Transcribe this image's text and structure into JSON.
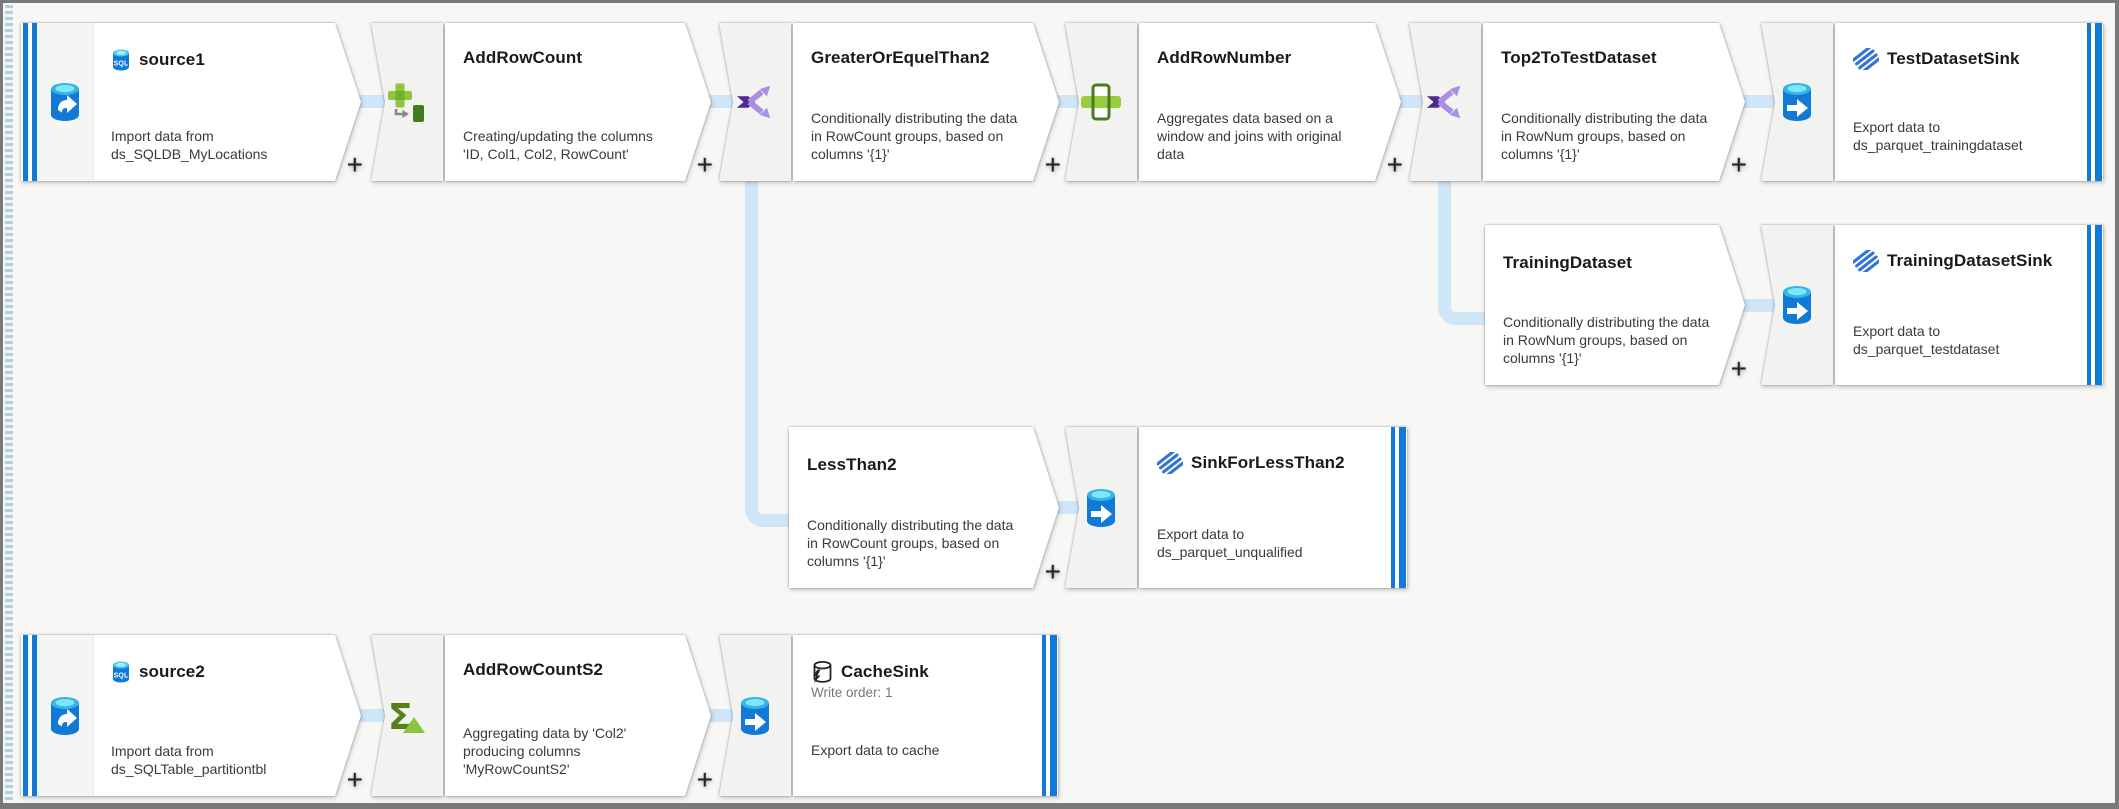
{
  "ui": {
    "add_stream_label": "+"
  },
  "colors": {
    "accent_blue": "#1179d6",
    "connector_blue": "#cfe5f8",
    "icon_green": "#8fc63f",
    "icon_dark_green": "#467a1f",
    "icon_purple": "#50268f",
    "icon_light_purple": "#a98ee3",
    "canvas_bg": "#f7f7f6"
  },
  "nodes": [
    {
      "id": "source1",
      "type": "source",
      "title": "source1",
      "title_badge": "sql-database-icon",
      "icon": "source-database-icon",
      "desc": "Import data from ds_SQLDB_MyLocations"
    },
    {
      "id": "AddRowCount",
      "type": "derived-column",
      "title": "AddRowCount",
      "icon": "derived-column-icon",
      "desc": "Creating/updating the columns 'ID, Col1, Col2, RowCount'"
    },
    {
      "id": "GreaterOrEquelThan2",
      "type": "conditional-split",
      "title": "GreaterOrEquelThan2",
      "icon": "conditional-split-icon",
      "desc": "Conditionally distributing the data in RowCount groups, based on columns '{1}'"
    },
    {
      "id": "AddRowNumber",
      "type": "window",
      "title": "AddRowNumber",
      "icon": "window-icon",
      "desc": "Aggregates data based on a window and joins with original data"
    },
    {
      "id": "Top2ToTestDataset",
      "type": "conditional-split",
      "title": "Top2ToTestDataset",
      "icon": "conditional-split-icon",
      "desc": "Conditionally distributing the data in RowNum groups, based on columns '{1}'"
    },
    {
      "id": "TestDatasetSink",
      "type": "sink",
      "title": "TestDatasetSink",
      "title_badge": "parquet-dataset-icon",
      "icon": "sink-database-icon",
      "desc": "Export data to ds_parquet_trainingdataset"
    },
    {
      "id": "TrainingDataset",
      "type": "split-stream",
      "title": "TrainingDataset",
      "desc": "Conditionally distributing the data in RowNum groups, based on columns '{1}'"
    },
    {
      "id": "TrainingDatasetSink",
      "type": "sink",
      "title": "TrainingDatasetSink",
      "title_badge": "parquet-dataset-icon",
      "icon": "sink-database-icon",
      "desc": "Export data to ds_parquet_testdataset"
    },
    {
      "id": "LessThan2",
      "type": "split-stream",
      "title": "LessThan2",
      "desc": "Conditionally distributing the data in RowCount groups, based on columns '{1}'"
    },
    {
      "id": "SinkForLessThan2",
      "type": "sink",
      "title": "SinkForLessThan2",
      "title_badge": "parquet-dataset-icon",
      "icon": "sink-database-icon",
      "desc": "Export data to ds_parquet_unqualified"
    },
    {
      "id": "source2",
      "type": "source",
      "title": "source2",
      "title_badge": "sql-database-icon",
      "icon": "source-database-icon",
      "desc": "Import data from ds_SQLTable_partitiontbl"
    },
    {
      "id": "AddRowCountS2",
      "type": "aggregate",
      "title": "AddRowCountS2",
      "icon": "aggregate-icon",
      "desc": "Aggregating data by 'Col2' producing columns 'MyRowCountS2'"
    },
    {
      "id": "CacheSink",
      "type": "cache-sink",
      "title": "CacheSink",
      "title_badge": "cache-icon",
      "subtitle": "Write order: 1",
      "desc": "Export data to cache"
    }
  ]
}
